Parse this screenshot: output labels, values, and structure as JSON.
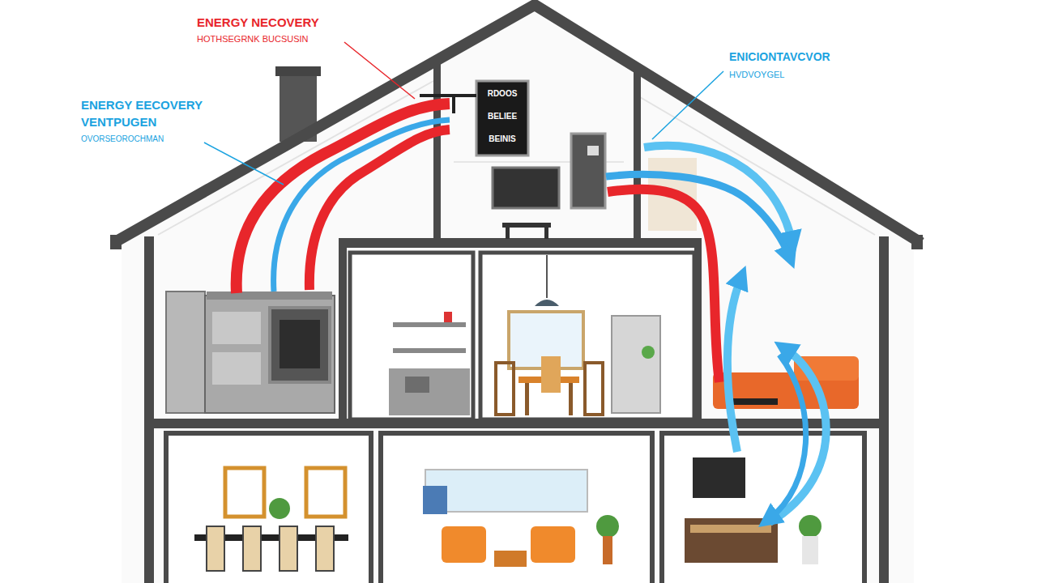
{
  "diagram": {
    "labels": [
      "ENERGY NECOVERY",
      "HOTHSEGRNK BUCSUSIN",
      "ENERGY EECOVERY",
      "VENTPUGEN",
      "OVORSEOROCHMAN",
      "ENICIONTAVCVOR",
      "HVDVOYGEL",
      "RDOOS",
      "BELIEE",
      "BEINIS"
    ]
  }
}
